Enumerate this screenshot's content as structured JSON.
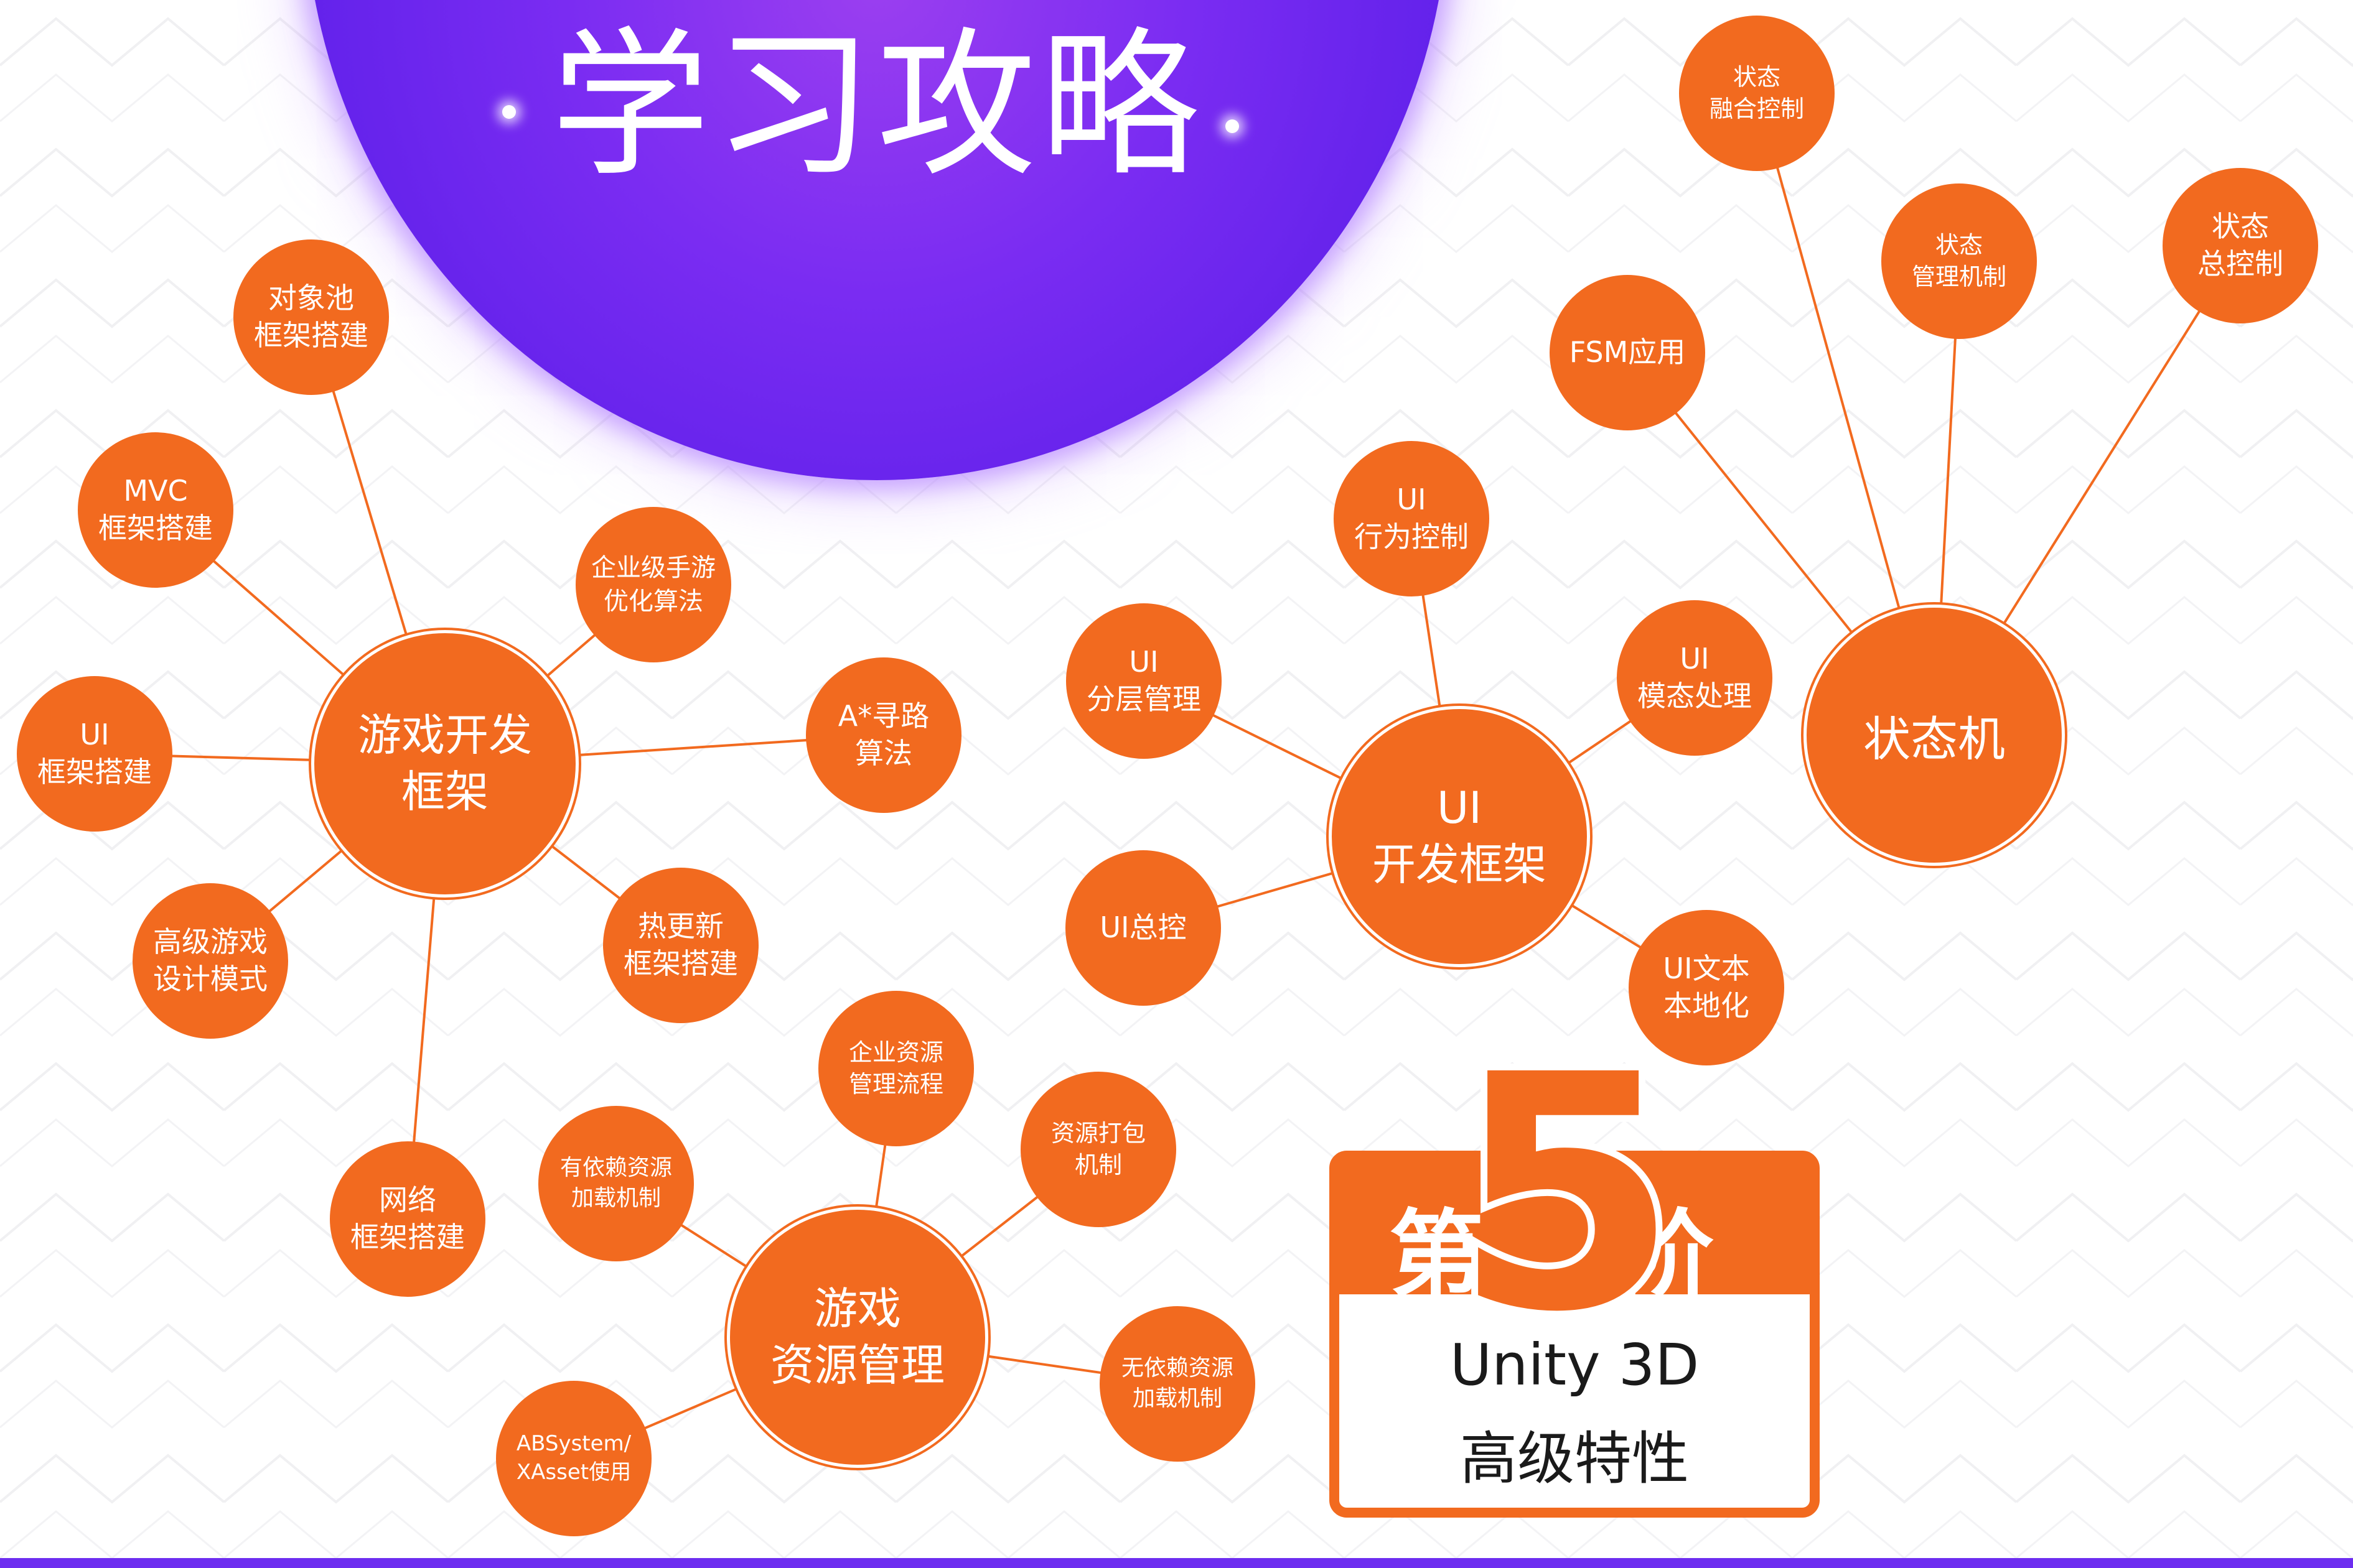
{
  "colors": {
    "accent": "#f26a1f",
    "hero": "#6b2af0",
    "bar": "#6d2df0",
    "text": "#1a1a1a"
  },
  "hero": {
    "title": "学习攻略"
  },
  "hubs": [
    {
      "id": "hub-game-framework",
      "lines": [
        "游戏开发",
        "框架"
      ]
    },
    {
      "id": "hub-ui-framework",
      "lines": [
        "UI",
        "开发框架"
      ]
    },
    {
      "id": "hub-state-machine",
      "lines": [
        "状态机"
      ]
    },
    {
      "id": "hub-resource",
      "lines": [
        "游戏",
        "资源管理"
      ]
    }
  ],
  "nodes": [
    {
      "id": "object-pool",
      "lines": [
        "对象池",
        "框架搭建"
      ]
    },
    {
      "id": "mvc",
      "lines": [
        "MVC",
        "框架搭建"
      ]
    },
    {
      "id": "enterprise-opt",
      "lines": [
        "企业级手游",
        "优化算法"
      ]
    },
    {
      "id": "ui-framework-build",
      "lines": [
        "UI",
        "框架搭建"
      ]
    },
    {
      "id": "astar",
      "lines": [
        "A*寻路",
        "算法"
      ]
    },
    {
      "id": "design-patterns",
      "lines": [
        "高级游戏",
        "设计模式"
      ]
    },
    {
      "id": "hotfix",
      "lines": [
        "热更新",
        "框架搭建"
      ]
    },
    {
      "id": "network",
      "lines": [
        "网络",
        "框架搭建"
      ]
    },
    {
      "id": "ui-behavior",
      "lines": [
        "UI",
        "行为控制"
      ]
    },
    {
      "id": "ui-layer",
      "lines": [
        "UI",
        "分层管理"
      ]
    },
    {
      "id": "ui-modal",
      "lines": [
        "UI",
        "模态处理"
      ]
    },
    {
      "id": "ui-master",
      "lines": [
        "UI总控"
      ]
    },
    {
      "id": "ui-localize",
      "lines": [
        "UI文本",
        "本地化"
      ]
    },
    {
      "id": "state-blend",
      "lines": [
        "状态",
        "融合控制"
      ]
    },
    {
      "id": "state-manage",
      "lines": [
        "状态",
        "管理机制"
      ]
    },
    {
      "id": "state-total",
      "lines": [
        "状态",
        "总控制"
      ]
    },
    {
      "id": "fsm",
      "lines": [
        "FSM应用"
      ]
    },
    {
      "id": "res-flow",
      "lines": [
        "企业资源",
        "管理流程"
      ]
    },
    {
      "id": "res-pack",
      "lines": [
        "资源打包",
        "机制"
      ]
    },
    {
      "id": "res-dep",
      "lines": [
        "有依赖资源",
        "加载机制"
      ]
    },
    {
      "id": "res-nodep",
      "lines": [
        "无依赖资源",
        "加载机制"
      ]
    },
    {
      "id": "absystem",
      "lines": [
        "ABSystem/",
        "XAsset使用"
      ]
    }
  ],
  "stage": {
    "prefix": "第",
    "number": "5",
    "suffix": "阶段",
    "subtitle_line1": "Unity 3D",
    "subtitle_line2": "高级特性"
  }
}
